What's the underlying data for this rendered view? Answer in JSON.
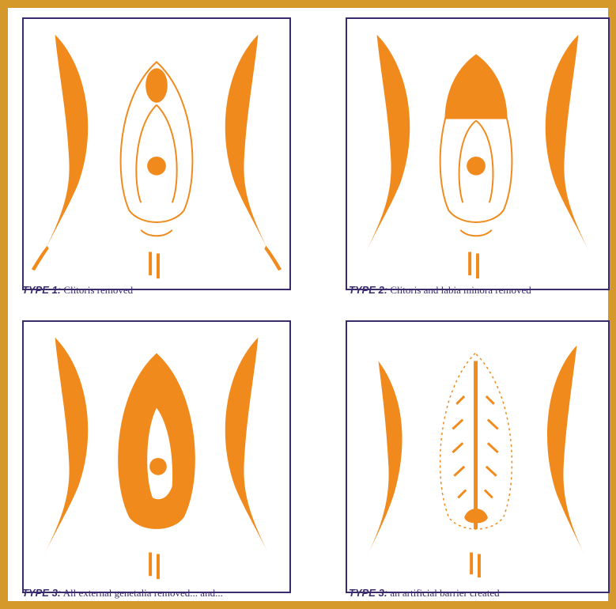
{
  "colors": {
    "border": "#d4992a",
    "panel_border": "#3a2a6e",
    "ink": "#f08a1c",
    "caption": "#3a2a6e"
  },
  "panels": [
    {
      "type_label": "TYPE 1:",
      "description": "Clitoris removed"
    },
    {
      "type_label": "TYPE 2:",
      "description": "Clitoris and labia minora removed"
    },
    {
      "type_label": "TYPE 3:",
      "description": "All external genetalia removed... and..."
    },
    {
      "type_label": "TYPE 3:",
      "description": "an artificial barrier created"
    }
  ]
}
